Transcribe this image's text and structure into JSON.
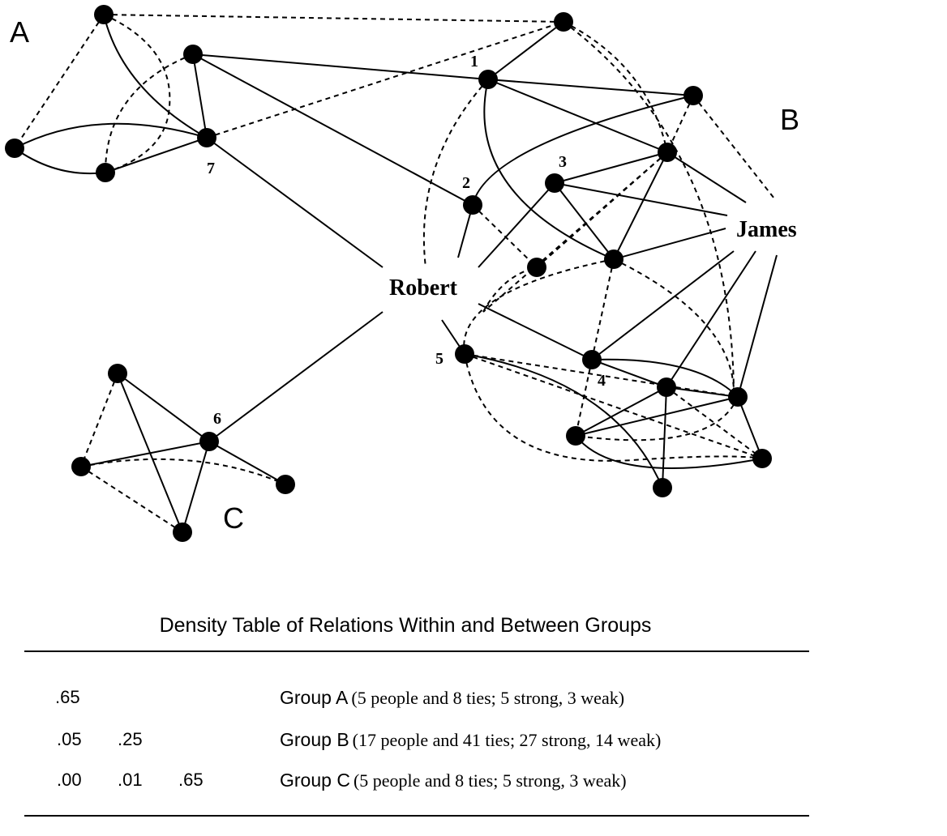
{
  "diagram": {
    "group_labels": {
      "a": "A",
      "b": "B",
      "c": "C"
    },
    "node_labels": {
      "n1": "1",
      "n2": "2",
      "n3": "3",
      "n4": "4",
      "n5": "5",
      "n6": "6",
      "n7": "7"
    },
    "people": {
      "robert": "Robert",
      "james": "James"
    }
  },
  "table": {
    "title": "Density Table of Relations Within and Between Groups",
    "rows": [
      {
        "values": [
          ".65"
        ],
        "group": "Group A",
        "detail": "(5 people and 8 ties; 5 strong, 3 weak)"
      },
      {
        "values": [
          ".05",
          ".25"
        ],
        "group": "Group B",
        "detail": "(17 people and 41 ties; 27 strong, 14 weak)"
      },
      {
        "values": [
          ".00",
          ".01",
          ".65"
        ],
        "group": "Group C",
        "detail": "(5 people and 8 ties; 5 strong, 3 weak)"
      }
    ]
  }
}
